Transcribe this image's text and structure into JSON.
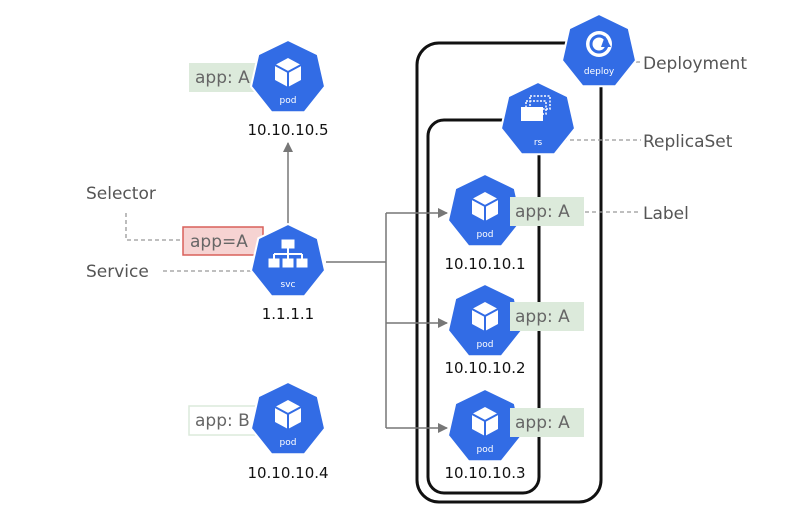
{
  "colors": {
    "k8s_blue": "#326ce5",
    "label_green_fill": "#dceadb",
    "label_green_border": "#dceadb",
    "selector_fill": "#f6d3d2",
    "selector_border": "#d9605a",
    "arrow": "#777777",
    "dashed": "#999999",
    "frame": "#111111"
  },
  "annotations": {
    "selector": "Selector",
    "service": "Service",
    "deployment": "Deployment",
    "replicaset": "ReplicaSet",
    "label": "Label"
  },
  "selector_tag": "app=A",
  "service": {
    "icon_text": "svc",
    "ip": "1.1.1.1",
    "icon": "network-icon"
  },
  "deployment": {
    "icon_text": "deploy",
    "icon": "refresh-icon"
  },
  "replicaset": {
    "icon_text": "rs",
    "icon": "stacked-windows-icon"
  },
  "pods": {
    "top": {
      "label": "app: A",
      "icon_text": "pod",
      "ip": "10.10.10.5",
      "icon": "cube-icon"
    },
    "p1": {
      "label": "app: A",
      "icon_text": "pod",
      "ip": "10.10.10.1",
      "icon": "cube-icon"
    },
    "p2": {
      "label": "app: A",
      "icon_text": "pod",
      "ip": "10.10.10.2",
      "icon": "cube-icon"
    },
    "p3": {
      "label": "app: A",
      "icon_text": "pod",
      "ip": "10.10.10.3",
      "icon": "cube-icon"
    },
    "other": {
      "label": "app: B",
      "icon_text": "pod",
      "ip": "10.10.10.4",
      "icon": "cube-icon"
    }
  }
}
